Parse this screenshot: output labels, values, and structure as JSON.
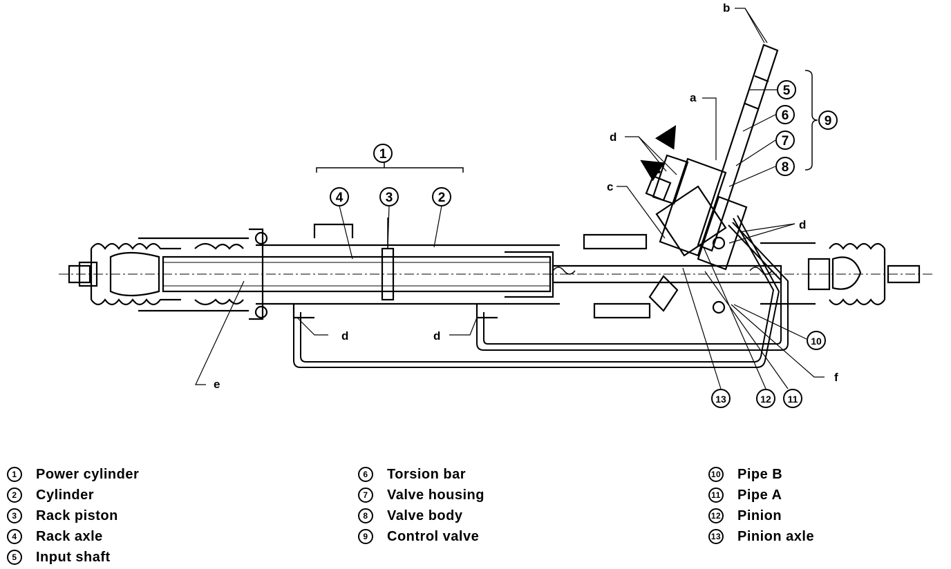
{
  "callouts": {
    "c1": "1",
    "c2": "2",
    "c3": "3",
    "c4": "4",
    "c5": "5",
    "c6": "6",
    "c7": "7",
    "c8": "8",
    "c9": "9",
    "c10": "10",
    "c11": "11",
    "c12": "12",
    "c13": "13"
  },
  "letters": {
    "a": "a",
    "b": "b",
    "c": "c",
    "d": "d",
    "e": "e",
    "f": "f"
  },
  "legend": [
    [
      {
        "num": "1",
        "label": "Power cylinder"
      },
      {
        "num": "2",
        "label": "Cylinder"
      },
      {
        "num": "3",
        "label": "Rack piston"
      },
      {
        "num": "4",
        "label": "Rack axle"
      },
      {
        "num": "5",
        "label": "Input shaft"
      }
    ],
    [
      {
        "num": "6",
        "label": "Torsion bar"
      },
      {
        "num": "7",
        "label": "Valve housing"
      },
      {
        "num": "8",
        "label": "Valve body"
      },
      {
        "num": "9",
        "label": "Control valve"
      }
    ],
    [
      {
        "num": "10",
        "label": "Pipe B"
      },
      {
        "num": "11",
        "label": "Pipe A"
      },
      {
        "num": "12",
        "label": "Pinion"
      },
      {
        "num": "13",
        "label": "Pinion axle"
      }
    ]
  ]
}
